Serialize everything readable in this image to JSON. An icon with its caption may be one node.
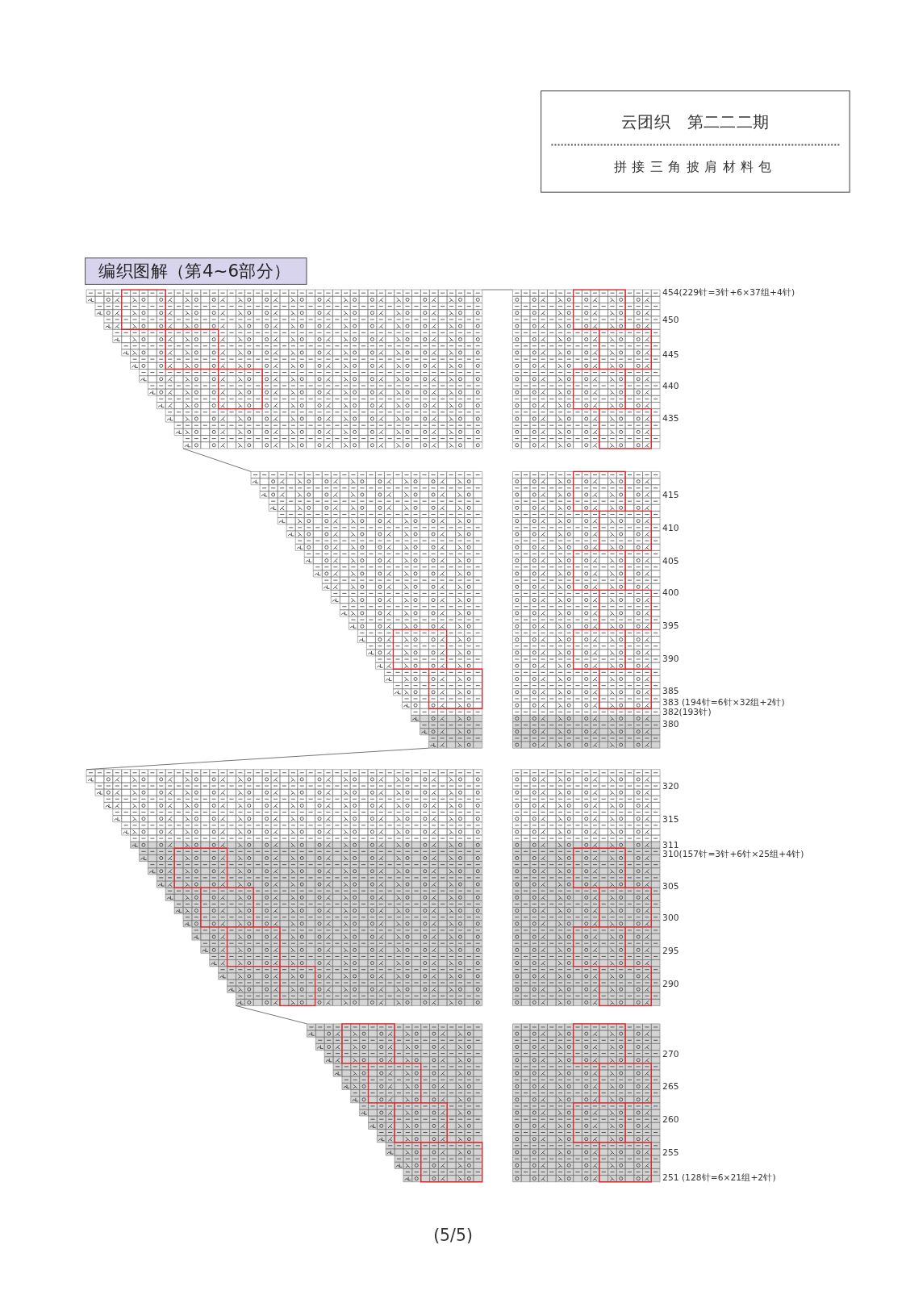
{
  "diagram": {
    "title": "编织图解（第4~6部分）",
    "nodes": [
      {
        "text": [
          "云团织　第二二二期",
          "拼接三角披肩材料包"
        ]
      },
      {
        "text": [],
        "shape": "picture"
      },
      {
        "text": [],
        "shape": "picture",
        "beside": [
          "454(229针=3针+6×37组+4针)",
          "450",
          "445",
          "440",
          "435"
        ]
      },
      {
        "text": [],
        "shape": "picture"
      },
      {
        "text": [],
        "shape": "picture",
        "beside": [
          "415",
          "410",
          "405",
          "400",
          "395",
          "390",
          "385",
          "383  (194针=6针×32组+2针)",
          "382(193针)",
          "380"
        ]
      },
      {
        "text": [],
        "shape": "picture"
      },
      {
        "text": [],
        "shape": "picture",
        "beside": [
          "320",
          "315",
          "311",
          "310(157针=3针+6针×25组+4针)",
          "305",
          "300",
          "295",
          "290"
        ]
      },
      {
        "text": [],
        "shape": "picture"
      },
      {
        "text": [],
        "shape": "picture",
        "beside": [
          "270",
          "265",
          "260",
          "255",
          "251  (128针=6×21组+2针)"
        ]
      }
    ],
    "edges": [
      {
        "from": 1,
        "to": 2,
        "arrow": "none"
      },
      {
        "from": 1,
        "to": 3,
        "arrow": "none"
      },
      {
        "from": 3,
        "to": 5,
        "arrow": "none"
      },
      {
        "from": 5,
        "to": 7,
        "arrow": "none"
      }
    ],
    "labels": [
      "(5/5)"
    ]
  }
}
